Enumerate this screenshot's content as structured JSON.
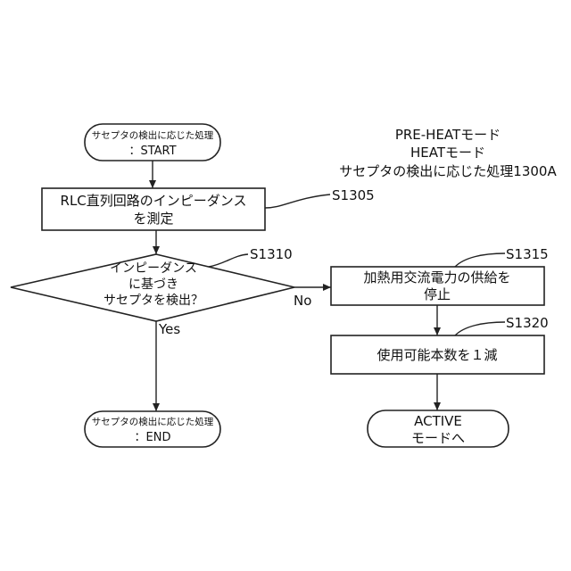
{
  "header": {
    "line1": "PRE-HEATモード",
    "line2": "HEATモード",
    "line3": "サセプタの検出に応じた処理1300A"
  },
  "start": {
    "line1": "サセプタの検出に応じた処理",
    "line2": "：START"
  },
  "s1305": {
    "label": "S1305",
    "line1": "RLC直列回路のインピーダンス",
    "line2": "を測定"
  },
  "s1310": {
    "label": "S1310",
    "line1": "インピーダンス",
    "line2": "に基づき",
    "line3": "サセプタを検出？"
  },
  "s1315": {
    "label": "S1315",
    "line1": "加熱用交流電力の供給を",
    "line2": "停止"
  },
  "s1320": {
    "label": "S1320",
    "line1": "使用可能本数を１減"
  },
  "end": {
    "line1": "サセプタの検出に応じた処理",
    "line2": "：END"
  },
  "active": {
    "line1": "ACTIVE",
    "line2": "モードへ"
  },
  "branch": {
    "yes": "Yes",
    "no": "No"
  }
}
